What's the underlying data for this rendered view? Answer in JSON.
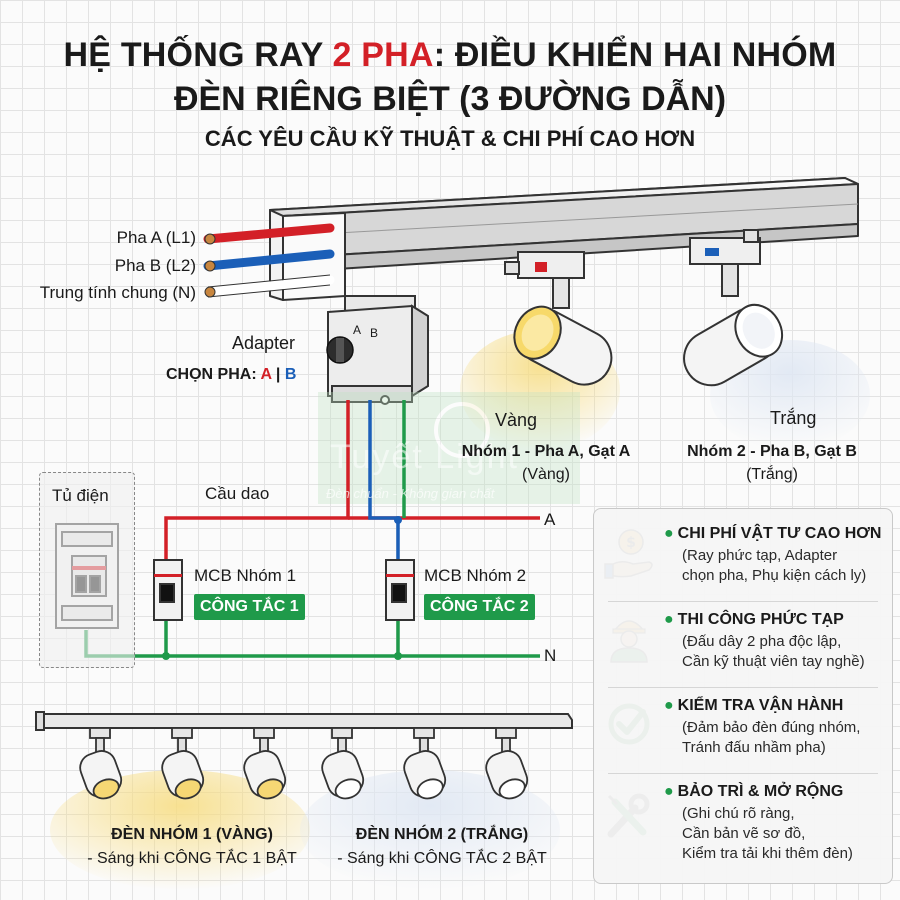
{
  "title": {
    "line1_pre": "HỆ THỐNG RAY ",
    "line1_highlight": "2 PHA",
    "line1_post": ": ĐIỀU KHIỂN HAI NHÓM",
    "line2": "ĐÈN RIÊNG BIỆT (3 ĐƯỜNG DẪN)",
    "subtitle": "CÁC YÊU CẦU KỸ THUẬT & CHI PHÍ CAO HƠN"
  },
  "wires": {
    "phase_a": "Pha A (L1)",
    "phase_b": "Pha B (L2)",
    "neutral": "Trung tính chung (N)"
  },
  "adapter": {
    "label": "Adapter",
    "select_text": "CHỌN PHA: ",
    "a": "A",
    "sep": " | ",
    "b": "B",
    "dial_a": "A",
    "dial_b": "B"
  },
  "lights": {
    "yellow_label": "Vàng",
    "white_label": "Trắng",
    "group1_title": "Nhóm 1 - Pha A, Gạt A",
    "group1_sub": "(Vàng)",
    "group2_title": "Nhóm 2 - Pha B, Gạt B",
    "group2_sub": "(Trắng)"
  },
  "watermark": {
    "brand": "Tuyết Light",
    "slogan": "Đèn chuẩn - Không gian chất"
  },
  "circuit": {
    "cabinet": "Tủ điện",
    "breaker": "Cầu dao",
    "line_a": "A",
    "line_n": "N",
    "mcb1": "MCB Nhóm 1",
    "mcb2": "MCB Nhóm 2",
    "switch1": "CÔNG TẮC 1",
    "switch2": "CÔNG TẮC 2"
  },
  "bottom": {
    "group1_title": "ĐÈN NHÓM 1 (VÀNG)",
    "group1_desc": "- Sáng khi CÔNG TẮC 1 BẬT",
    "group2_title": "ĐÈN NHÓM 2 (TRẮNG)",
    "group2_desc": "- Sáng khi CÔNG TẮC 2 BẬT"
  },
  "panel": [
    {
      "title": "CHI PHÍ VẬT TƯ CAO HƠN",
      "lines": [
        "(Ray phức tạp, Adapter",
        "chọn pha, Phụ kiện cách ly)"
      ],
      "icon": "money-hand-icon"
    },
    {
      "title": "THI CÔNG PHỨC TẠP",
      "lines": [
        "(Đấu dây 2 pha độc lập,",
        "Cần kỹ thuật viên tay nghề)"
      ],
      "icon": "worker-icon"
    },
    {
      "title": "KIỂM TRA VẬN HÀNH",
      "lines": [
        "(Đảm bảo đèn đúng nhóm,",
        "Tránh đấu nhầm pha)"
      ],
      "icon": "check-circle-icon"
    },
    {
      "title": "BẢO TRÌ & MỞ RỘNG",
      "lines": [
        "(Ghi chú rõ ràng,",
        "Cần bản vẽ sơ đồ,",
        "Kiểm tra tải khi thêm đèn)"
      ],
      "icon": "wrench-screwdriver-icon"
    }
  ],
  "colors": {
    "phase_a": "#d32027",
    "phase_b": "#1b5fb8",
    "neutral_wire": "#1f9a4a",
    "badge_green": "#1f9a4a",
    "warm_light": "#f6d774",
    "cool_light": "#e9eef6"
  }
}
